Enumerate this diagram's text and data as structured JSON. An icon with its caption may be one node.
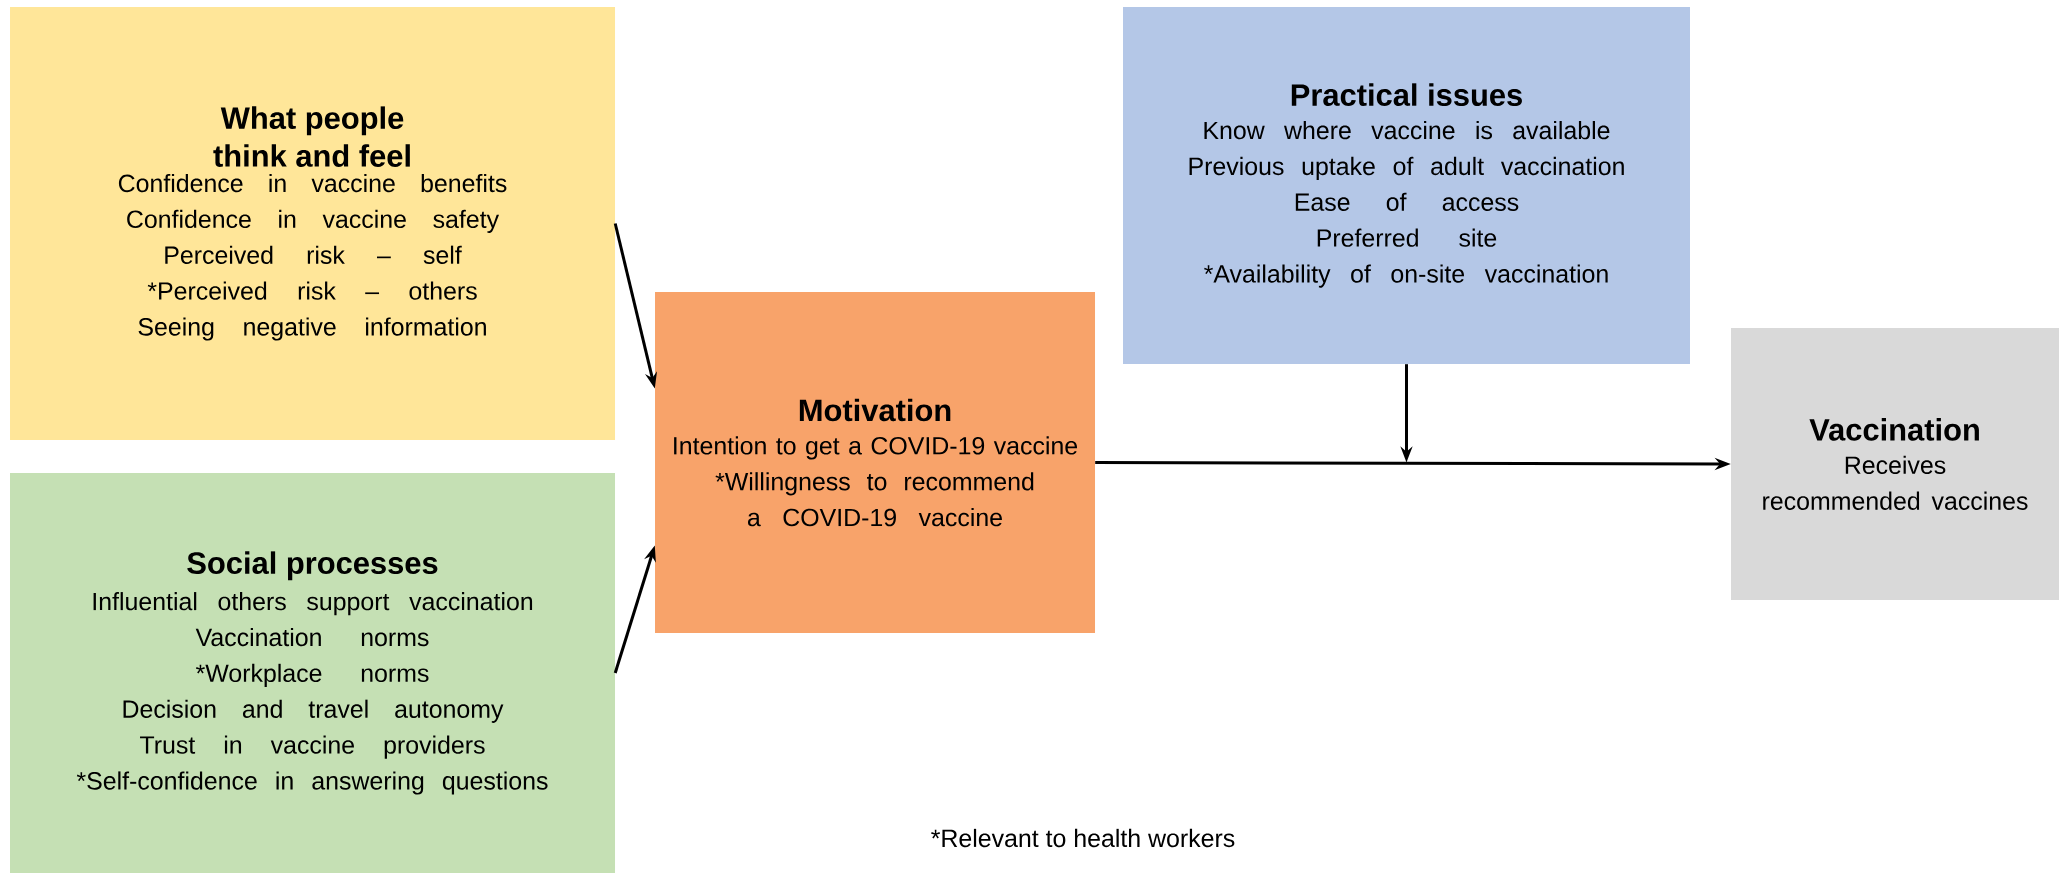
{
  "diagram": {
    "nodes": [
      {
        "text": [
          "What people think and feel",
          "Confidence in vaccine benefits",
          "Confidence in vaccine safety",
          "Perceived risk – self",
          "*Perceived risk – others",
          "Seeing negative information"
        ]
      },
      {
        "text": [
          "Social processes",
          "Influential others support vaccination",
          "Vaccination norms",
          "*Workplace norms",
          "Decision and travel autonomy",
          "Trust in vaccine providers",
          "*Self-confidence in answering questions"
        ]
      },
      {
        "text": [
          "Motivation",
          "Intention to get a COVID-19 vaccine",
          "*Willingness to recommend a COVID-19 vaccine"
        ]
      },
      {
        "text": [
          "Practical issues",
          "Know where vaccine is available",
          "Previous uptake of adult vaccination",
          "Ease of access",
          "Preferred site",
          "*Availability of on-site vaccination"
        ]
      },
      {
        "text": [
          "Vaccination",
          "Receives recommended vaccines"
        ]
      }
    ],
    "edges": [
      {
        "from": 0,
        "to": 2,
        "arrow": "to"
      },
      {
        "from": 1,
        "to": 2,
        "arrow": "to"
      },
      {
        "from": 2,
        "to": 4,
        "arrow": "to"
      },
      {
        "from": 3,
        "to": null,
        "arrow": "to"
      }
    ],
    "labels": [
      "*Relevant to health workers"
    ]
  }
}
